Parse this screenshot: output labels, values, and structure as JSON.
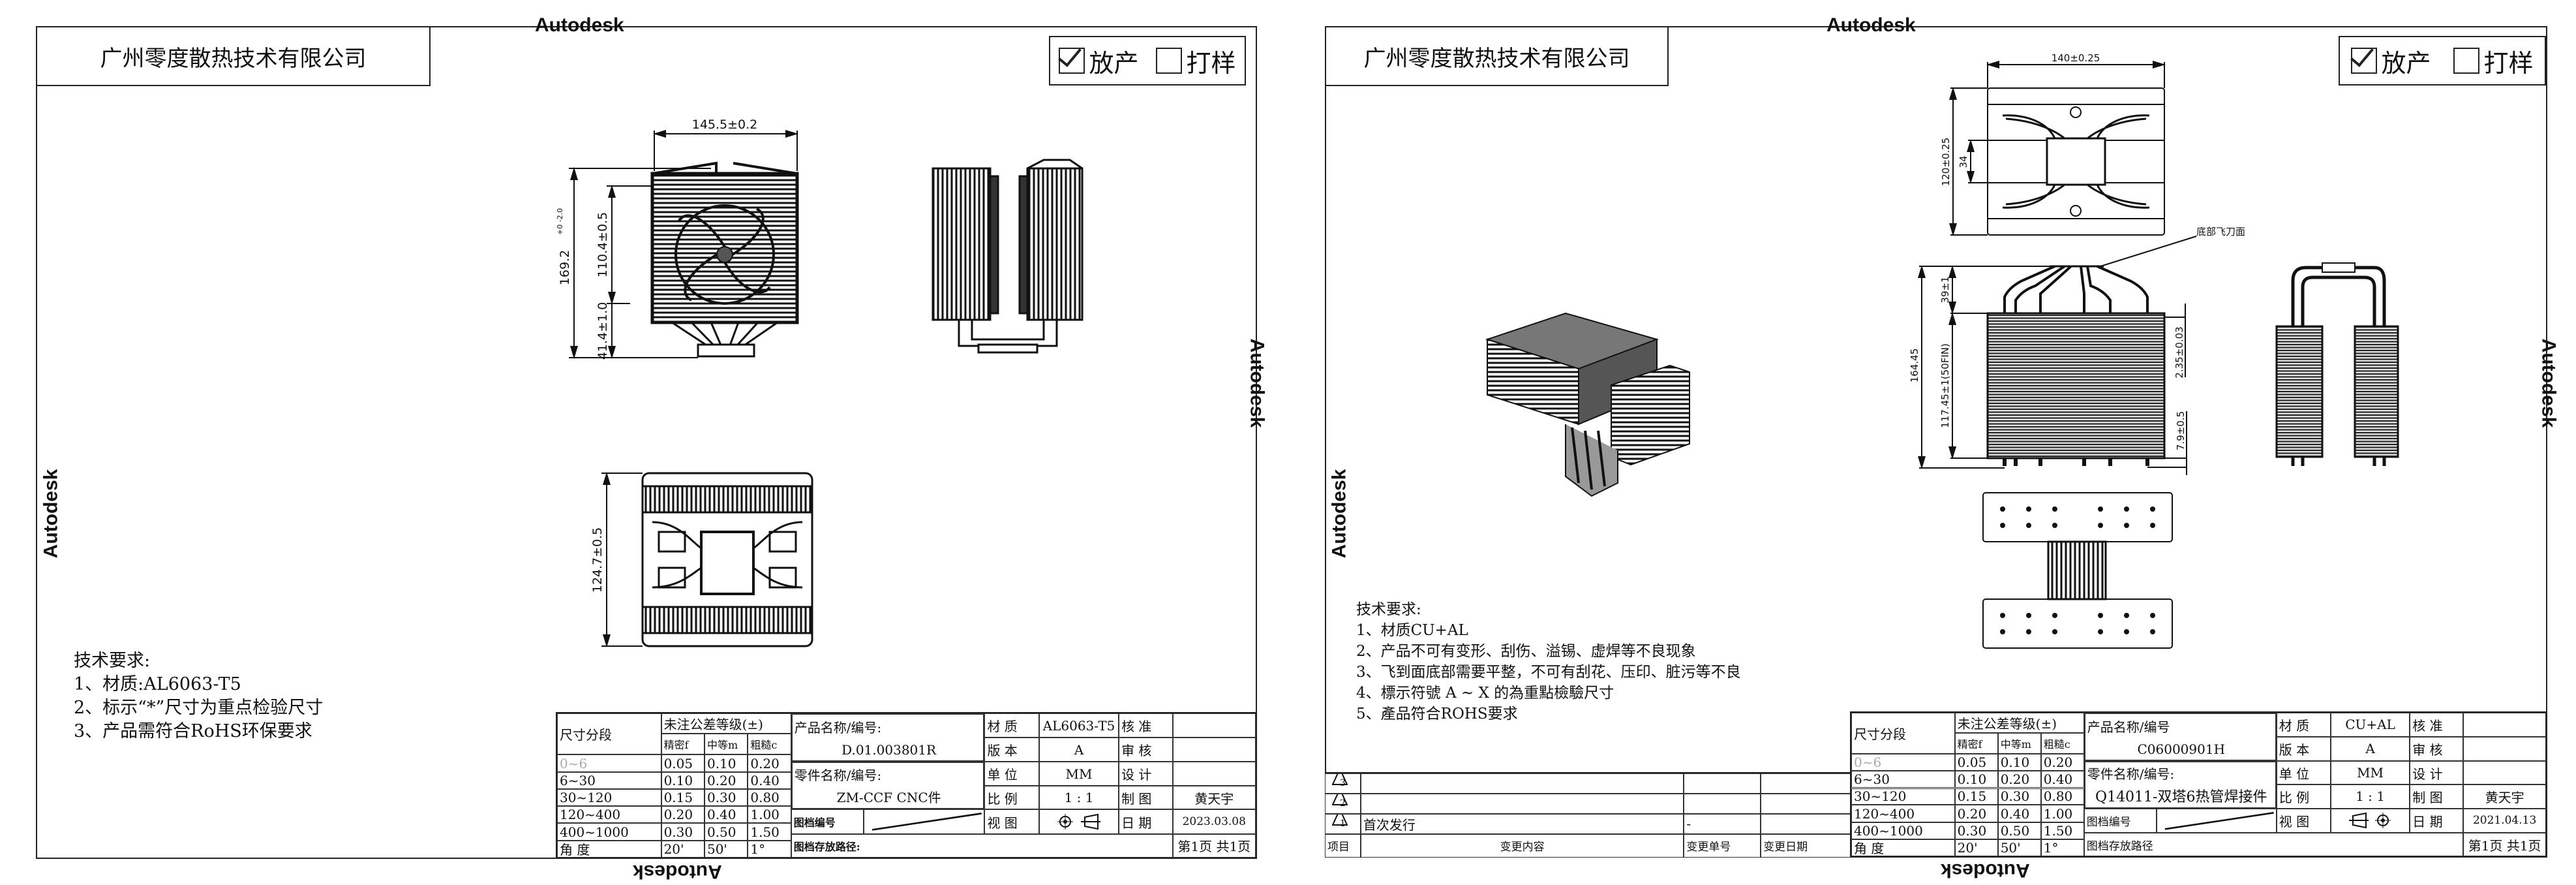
{
  "sheets": [
    {
      "company": "广州零度散热技术有限公司",
      "check_mass": "放产",
      "check_sample": "打样",
      "check_mass_checked": true,
      "check_sample_checked": false,
      "watermark": "Autodesk",
      "notes": {
        "title": "技术要求:",
        "items": [
          "1、材质:AL6063-T5",
          "2、标示“*”尺寸为重点检验尺寸",
          "3、产品需符合RoHS环保要求"
        ]
      },
      "dims": {
        "width": "145.5±0.2",
        "height": "169.2",
        "height_tol": "+0 -2.0",
        "fin_height": "110.4±0.5",
        "base_height": "41.4±1.0",
        "depth": "124.7±0.5"
      },
      "title_block": {
        "tol_header": "尺寸分段",
        "tol_grade": "未注公差等级(±)",
        "cols": [
          "精密f",
          "中等m",
          "粗糙c"
        ],
        "rows": [
          {
            "range": "0~6",
            "f": "0.05",
            "m": "0.10",
            "c": "0.20"
          },
          {
            "range": "6~30",
            "f": "0.10",
            "m": "0.20",
            "c": "0.40"
          },
          {
            "range": "30~120",
            "f": "0.15",
            "m": "0.30",
            "c": "0.80"
          },
          {
            "range": "120~400",
            "f": "0.20",
            "m": "0.40",
            "c": "1.00"
          },
          {
            "range": "400~1000",
            "f": "0.30",
            "m": "0.50",
            "c": "1.50"
          },
          {
            "range": "角  度",
            "f": "20'",
            "m": "50'",
            "c": "1°"
          }
        ],
        "product_label": "产品名称/编号:",
        "product_value": "D.01.003801R",
        "part_label": "零件名称/编号:",
        "part_value": "ZM-CCF CNC件",
        "doc_no_label": "图档编号",
        "doc_path_label": "图档存放路径:",
        "page": "第1页 共1页",
        "fields": [
          {
            "label": "材 质",
            "value": "AL6063-T5",
            "label2": "核 准",
            "value2": ""
          },
          {
            "label": "版 本",
            "value": "A",
            "label2": "审 核",
            "value2": ""
          },
          {
            "label": "单 位",
            "value": "MM",
            "label2": "设 计",
            "value2": ""
          },
          {
            "label": "比 例",
            "value": "1 : 1",
            "label2": "制 图",
            "value2": "黄天宇"
          },
          {
            "label": "视 图",
            "value": "",
            "label2": "日 期",
            "value2": "2023.03.08"
          }
        ]
      }
    },
    {
      "company": "广州零度散热技术有限公司",
      "check_mass": "放产",
      "check_sample": "打样",
      "check_mass_checked": true,
      "check_sample_checked": false,
      "watermark": "Autodesk",
      "notes": {
        "title": "技术要求:",
        "items": [
          "1、材质CU+AL",
          "2、产品不可有变形、刮伤、溢锡、虚焊等不良现象",
          "3、飞到面底部需要平整，不可有刮花、压印、脏污等不良",
          "4、標示符號 A ~ X 的為重點檢驗尺寸",
          "5、產品符合ROHS要求"
        ]
      },
      "dims": {
        "width": "140±0.25",
        "depth": "120±0.25",
        "base_width": "34",
        "callout": "底部飞刀面",
        "pipe_height": "39±1",
        "total_height": "164.45",
        "fin_stack": "117.45±1(50FIN)",
        "fin_pitch": "2.35±0.03",
        "bottom_gap": "7.9±0.5"
      },
      "change_table": {
        "headers": [
          "项目",
          "变更内容",
          "变更单号",
          "变更日期"
        ],
        "rows": [
          {
            "mark": "3",
            "content": "",
            "no": "",
            "date": ""
          },
          {
            "mark": "2",
            "content": "",
            "no": "",
            "date": ""
          },
          {
            "mark": "1",
            "content": "首次发行",
            "no": "-",
            "date": ""
          }
        ]
      },
      "title_block": {
        "tol_header": "尺寸分段",
        "tol_grade": "未注公差等级(±)",
        "cols": [
          "精密f",
          "中等m",
          "粗糙c"
        ],
        "rows": [
          {
            "range": "0~6",
            "f": "0.05",
            "m": "0.10",
            "c": "0.20"
          },
          {
            "range": "6~30",
            "f": "0.10",
            "m": "0.20",
            "c": "0.40"
          },
          {
            "range": "30~120",
            "f": "0.15",
            "m": "0.30",
            "c": "0.80"
          },
          {
            "range": "120~400",
            "f": "0.20",
            "m": "0.40",
            "c": "1.00"
          },
          {
            "range": "400~1000",
            "f": "0.30",
            "m": "0.50",
            "c": "1.50"
          },
          {
            "range": "角  度",
            "f": "20'",
            "m": "50'",
            "c": "1°"
          }
        ],
        "product_label": "产品名称/编号",
        "product_value": "C06000901H",
        "part_label": "零件名称/编号:",
        "part_value": "Q14011-双塔6热管焊接件",
        "doc_no_label": "图档编号",
        "doc_path_label": "图档存放路径",
        "page": "第1页 共1页",
        "fields": [
          {
            "label": "材 质",
            "value": "CU+AL",
            "label2": "核 准",
            "value2": ""
          },
          {
            "label": "版 本",
            "value": "A",
            "label2": "审 核",
            "value2": ""
          },
          {
            "label": "单 位",
            "value": "MM",
            "label2": "设 计",
            "value2": ""
          },
          {
            "label": "比 例",
            "value": "1 : 1",
            "label2": "制 图",
            "value2": "黄天宇"
          },
          {
            "label": "视 图",
            "value": "",
            "label2": "日 期",
            "value2": "2021.04.13"
          }
        ]
      }
    }
  ]
}
